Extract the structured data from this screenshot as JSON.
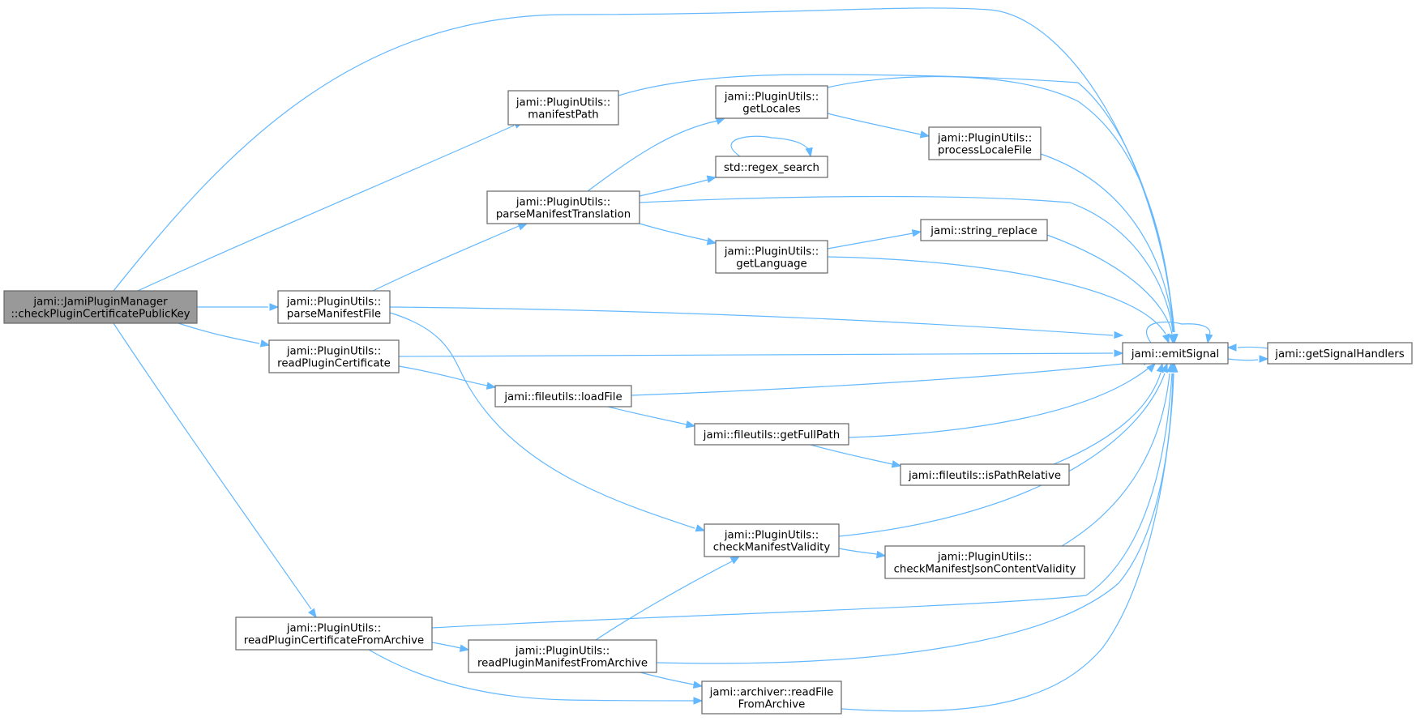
{
  "graph": {
    "root": "jami::JamiPluginManager::checkPluginCertificatePublicKey",
    "nodes": [
      {
        "id": "checkPluginCertificatePublicKey",
        "lines": [
          "jami::JamiPluginManager",
          "::checkPluginCertificatePublicKey"
        ]
      },
      {
        "id": "manifestPath",
        "lines": [
          "jami::PluginUtils::",
          "manifestPath"
        ]
      },
      {
        "id": "parseManifestFile",
        "lines": [
          "jami::PluginUtils::",
          "parseManifestFile"
        ]
      },
      {
        "id": "readPluginCertificate",
        "lines": [
          "jami::PluginUtils::",
          "readPluginCertificate"
        ]
      },
      {
        "id": "readPluginCertificateFromArchive",
        "lines": [
          "jami::PluginUtils::",
          "readPluginCertificateFromArchive"
        ]
      },
      {
        "id": "parseManifestTranslation",
        "lines": [
          "jami::PluginUtils::",
          "parseManifestTranslation"
        ]
      },
      {
        "id": "getLocales",
        "lines": [
          "jami::PluginUtils::",
          "getLocales"
        ]
      },
      {
        "id": "regex_search",
        "lines": [
          "std::regex_search"
        ]
      },
      {
        "id": "getLanguage",
        "lines": [
          "jami::PluginUtils::",
          "getLanguage"
        ]
      },
      {
        "id": "processLocaleFile",
        "lines": [
          "jami::PluginUtils::",
          "processLocaleFile"
        ]
      },
      {
        "id": "string_replace",
        "lines": [
          "jami::string_replace"
        ]
      },
      {
        "id": "loadFile",
        "lines": [
          "jami::fileutils::loadFile"
        ]
      },
      {
        "id": "getFullPath",
        "lines": [
          "jami::fileutils::getFullPath"
        ]
      },
      {
        "id": "isPathRelative",
        "lines": [
          "jami::fileutils::isPathRelative"
        ]
      },
      {
        "id": "checkManifestValidity",
        "lines": [
          "jami::PluginUtils::",
          "checkManifestValidity"
        ]
      },
      {
        "id": "checkManifestJsonContentValidity",
        "lines": [
          "jami::PluginUtils::",
          "checkManifestJsonContentValidity"
        ]
      },
      {
        "id": "readPluginManifestFromArchive",
        "lines": [
          "jami::PluginUtils::",
          "readPluginManifestFromArchive"
        ]
      },
      {
        "id": "readFileFromArchive",
        "lines": [
          "jami::archiver::readFile",
          "FromArchive"
        ]
      },
      {
        "id": "emitSignal",
        "lines": [
          "jami::emitSignal"
        ]
      },
      {
        "id": "getSignalHandlers",
        "lines": [
          "jami::getSignalHandlers"
        ]
      }
    ],
    "edges": [
      {
        "from": "checkPluginCertificatePublicKey",
        "to": "emitSignal"
      },
      {
        "from": "checkPluginCertificatePublicKey",
        "to": "manifestPath"
      },
      {
        "from": "checkPluginCertificatePublicKey",
        "to": "parseManifestFile"
      },
      {
        "from": "checkPluginCertificatePublicKey",
        "to": "readPluginCertificate"
      },
      {
        "from": "checkPluginCertificatePublicKey",
        "to": "readPluginCertificateFromArchive"
      },
      {
        "from": "manifestPath",
        "to": "emitSignal"
      },
      {
        "from": "parseManifestFile",
        "to": "parseManifestTranslation"
      },
      {
        "from": "parseManifestFile",
        "to": "emitSignal"
      },
      {
        "from": "parseManifestFile",
        "to": "checkManifestValidity"
      },
      {
        "from": "parseManifestTranslation",
        "to": "getLocales"
      },
      {
        "from": "parseManifestTranslation",
        "to": "regex_search"
      },
      {
        "from": "parseManifestTranslation",
        "to": "emitSignal"
      },
      {
        "from": "parseManifestTranslation",
        "to": "getLanguage"
      },
      {
        "from": "getLocales",
        "to": "emitSignal"
      },
      {
        "from": "getLocales",
        "to": "processLocaleFile"
      },
      {
        "from": "processLocaleFile",
        "to": "emitSignal"
      },
      {
        "from": "regex_search",
        "to": "regex_search"
      },
      {
        "from": "getLanguage",
        "to": "string_replace"
      },
      {
        "from": "getLanguage",
        "to": "emitSignal"
      },
      {
        "from": "string_replace",
        "to": "emitSignal"
      },
      {
        "from": "readPluginCertificate",
        "to": "emitSignal"
      },
      {
        "from": "readPluginCertificate",
        "to": "loadFile"
      },
      {
        "from": "loadFile",
        "to": "emitSignal"
      },
      {
        "from": "loadFile",
        "to": "getFullPath"
      },
      {
        "from": "getFullPath",
        "to": "emitSignal"
      },
      {
        "from": "getFullPath",
        "to": "isPathRelative"
      },
      {
        "from": "isPathRelative",
        "to": "emitSignal"
      },
      {
        "from": "checkManifestValidity",
        "to": "emitSignal"
      },
      {
        "from": "checkManifestValidity",
        "to": "checkManifestJsonContentValidity"
      },
      {
        "from": "checkManifestJsonContentValidity",
        "to": "emitSignal"
      },
      {
        "from": "readPluginCertificateFromArchive",
        "to": "emitSignal"
      },
      {
        "from": "readPluginCertificateFromArchive",
        "to": "readPluginManifestFromArchive"
      },
      {
        "from": "readPluginCertificateFromArchive",
        "to": "readFileFromArchive"
      },
      {
        "from": "readPluginManifestFromArchive",
        "to": "checkManifestValidity"
      },
      {
        "from": "readPluginManifestFromArchive",
        "to": "emitSignal"
      },
      {
        "from": "readPluginManifestFromArchive",
        "to": "readFileFromArchive"
      },
      {
        "from": "readFileFromArchive",
        "to": "emitSignal"
      },
      {
        "from": "emitSignal",
        "to": "emitSignal"
      },
      {
        "from": "emitSignal",
        "to": "getSignalHandlers"
      },
      {
        "from": "getSignalHandlers",
        "to": "emitSignal"
      }
    ]
  },
  "colors": {
    "edge": "#63b8ff",
    "node_border": "#666666",
    "root_fill": "#999999",
    "node_fill": "#ffffff",
    "text": "#000000"
  }
}
